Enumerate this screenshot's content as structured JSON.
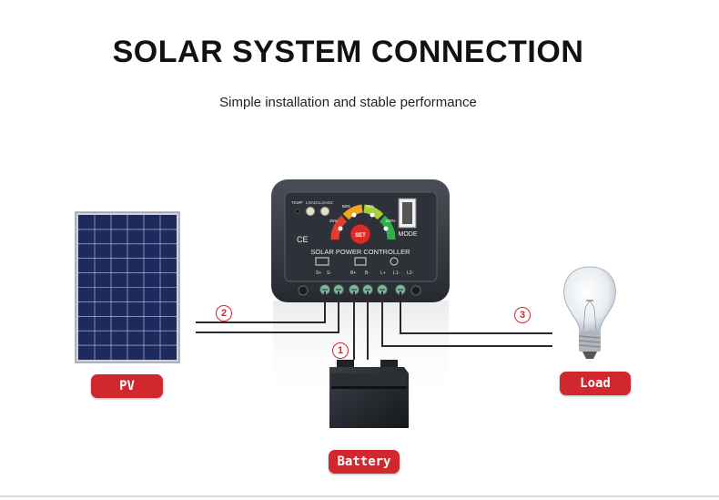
{
  "title": "SOLAR SYSTEM CONNECTION",
  "subtitle": "Simple installation and stable performance",
  "labels": {
    "pv": "PV",
    "battery": "Battery",
    "load": "Load"
  },
  "markers": {
    "battery": "1",
    "pv": "2",
    "load": "3"
  },
  "controller": {
    "name": "SOLAR POWER CONTROLLER",
    "set": "SET",
    "mode": "MODE",
    "ce": "CE",
    "indicators": [
      "TEMP",
      "LOAD1",
      "LOAD2"
    ],
    "levels": [
      "25%",
      "50%",
      "75%",
      "100%"
    ],
    "terminals": [
      "S+",
      "S-",
      "B+",
      "B-",
      "L+",
      "L1-",
      "L2-"
    ]
  },
  "colors": {
    "accent": "#d0282e",
    "controller_body": "#34383f",
    "wire": "#2a2a2a",
    "panel_cell": "#1c2a5e"
  }
}
